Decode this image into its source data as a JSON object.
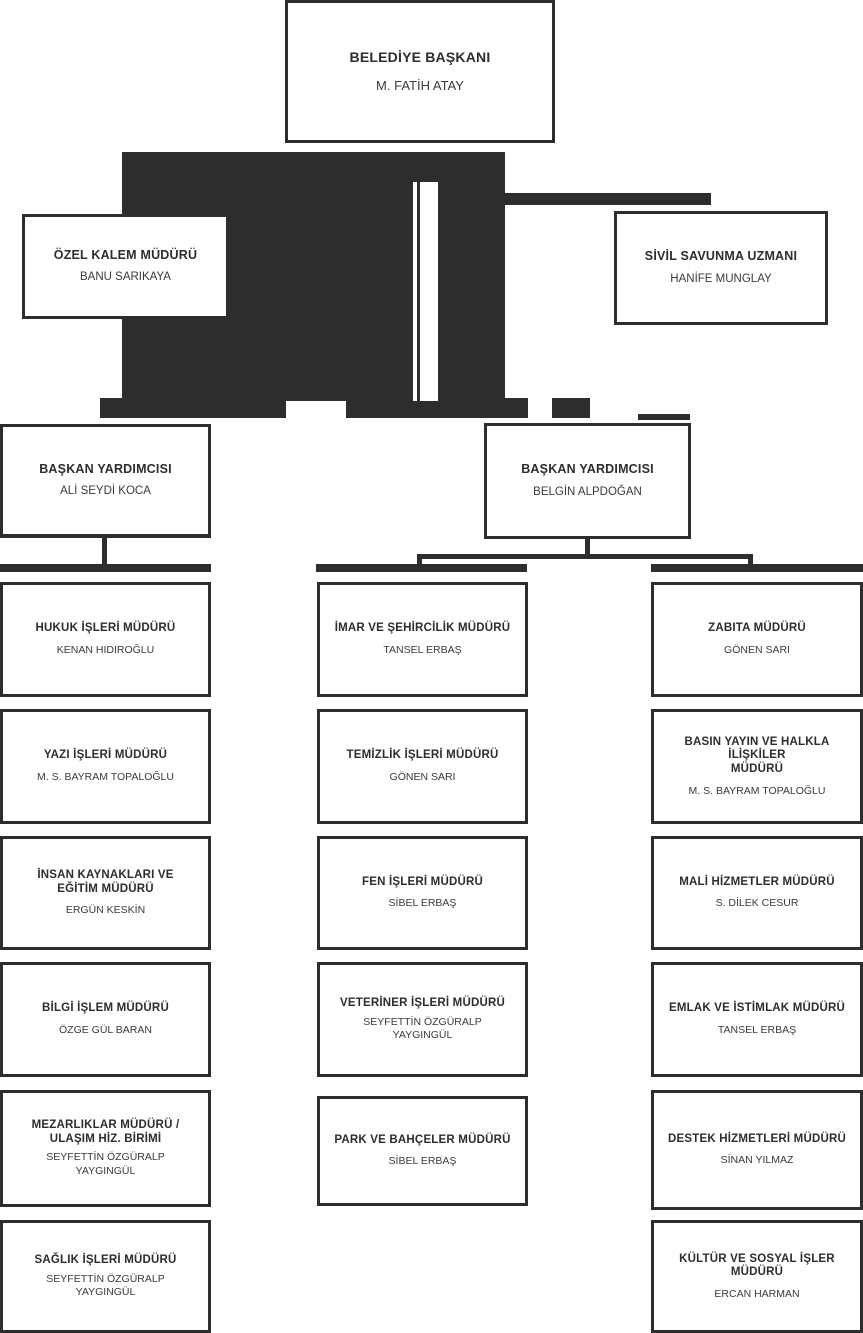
{
  "meta": {
    "colors": {
      "ink": "#2d2d2d",
      "paper": "#ffffff",
      "person_text": "#3a3a3a"
    }
  },
  "root": {
    "title": "BELEDİYE BAŞKANI",
    "person": "M. FATİH ATAY"
  },
  "staff": [
    {
      "key": "ozel-kalem",
      "title": "ÖZEL KALEM MÜDÜRÜ",
      "person": "BANU SARIKAYA"
    },
    {
      "key": "sivil-savunma",
      "title": "SİVİL SAVUNMA UZMANI",
      "person": "HANİFE MUNGLAY"
    }
  ],
  "vice_presidents": [
    {
      "key": "bsk-yrd-1",
      "title": "BAŞKAN YARDIMCISI",
      "person": "ALİ SEYDİ KOCA"
    },
    {
      "key": "bsk-yrd-2",
      "title": "BAŞKAN YARDIMCISI",
      "person": "BELGİN ALPDOĞAN"
    }
  ],
  "columns": [
    {
      "key": "column-left",
      "departments": [
        {
          "key": "hukuk-isleri",
          "title": "HUKUK İŞLERİ MÜDÜRÜ",
          "person": "KENAN HIDIROĞLU"
        },
        {
          "key": "yazi-isleri",
          "title": "YAZI İŞLERİ MÜDÜRÜ",
          "person": "M. S. BAYRAM TOPALOĞLU"
        },
        {
          "key": "insan-kaynaklari",
          "title": "İNSAN  KAYNAKLARI VE\nEĞİTİM MÜDÜRÜ",
          "person": "ERGÜN KESKİN"
        },
        {
          "key": "bilgi-islem",
          "title": "BİLGİ İŞLEM MÜDÜRÜ",
          "person": "ÖZGE GÜL BARAN"
        },
        {
          "key": "mezarliklar",
          "title": "MEZARLIKLAR MÜDÜRÜ /\nULAŞIM HİZ. BİRİMİ",
          "person": "SEYFETTİN ÖZGÜRALP\nYAYGINGÜL"
        },
        {
          "key": "saglik-isleri",
          "title": "SAĞLIK İŞLERİ MÜDÜRÜ",
          "person": "SEYFETTİN ÖZGÜRALP\nYAYGINGÜL"
        }
      ]
    },
    {
      "key": "column-middle",
      "departments": [
        {
          "key": "imar-sehircilik",
          "title": "İMAR VE ŞEHİRCİLİK MÜDÜRÜ",
          "person": "TANSEL ERBAŞ"
        },
        {
          "key": "temizlik-isleri",
          "title": "TEMİZLİK İŞLERİ MÜDÜRÜ",
          "person": "GÖNEN SARI"
        },
        {
          "key": "fen-isleri",
          "title": "FEN İŞLERİ MÜDÜRÜ",
          "person": "SİBEL ERBAŞ"
        },
        {
          "key": "veteriner-isleri",
          "title": "VETERİNER İŞLERİ MÜDÜRÜ",
          "person": "SEYFETTİN ÖZGÜRALP\nYAYGINGÜL"
        },
        {
          "key": "park-bahceler",
          "title": "PARK VE BAHÇELER MÜDÜRÜ",
          "person": "SİBEL ERBAŞ"
        }
      ]
    },
    {
      "key": "column-right",
      "departments": [
        {
          "key": "zabita",
          "title": "ZABITA MÜDÜRÜ",
          "person": "GÖNEN SARI"
        },
        {
          "key": "basin-yayin",
          "title": "BASIN YAYIN VE HALKLA İLİŞKİLER\nMÜDÜRÜ",
          "person": "M. S. BAYRAM TOPALOĞLU"
        },
        {
          "key": "mali-hizmetler",
          "title": "MALİ HİZMETLER MÜDÜRÜ",
          "person": "S. DİLEK CESUR"
        },
        {
          "key": "emlak-istimlak",
          "title": "EMLAK VE İSTİMLAK MÜDÜRÜ",
          "person": "TANSEL ERBAŞ"
        },
        {
          "key": "destek-hizmetleri",
          "title": "DESTEK HİZMETLERİ MÜDÜRÜ",
          "person": "SİNAN YILMAZ"
        },
        {
          "key": "kultur-sosyal",
          "title": "KÜLTÜR VE SOSYAL İŞLER MÜDÜRÜ",
          "person": "ERCAN HARMAN"
        }
      ]
    }
  ]
}
